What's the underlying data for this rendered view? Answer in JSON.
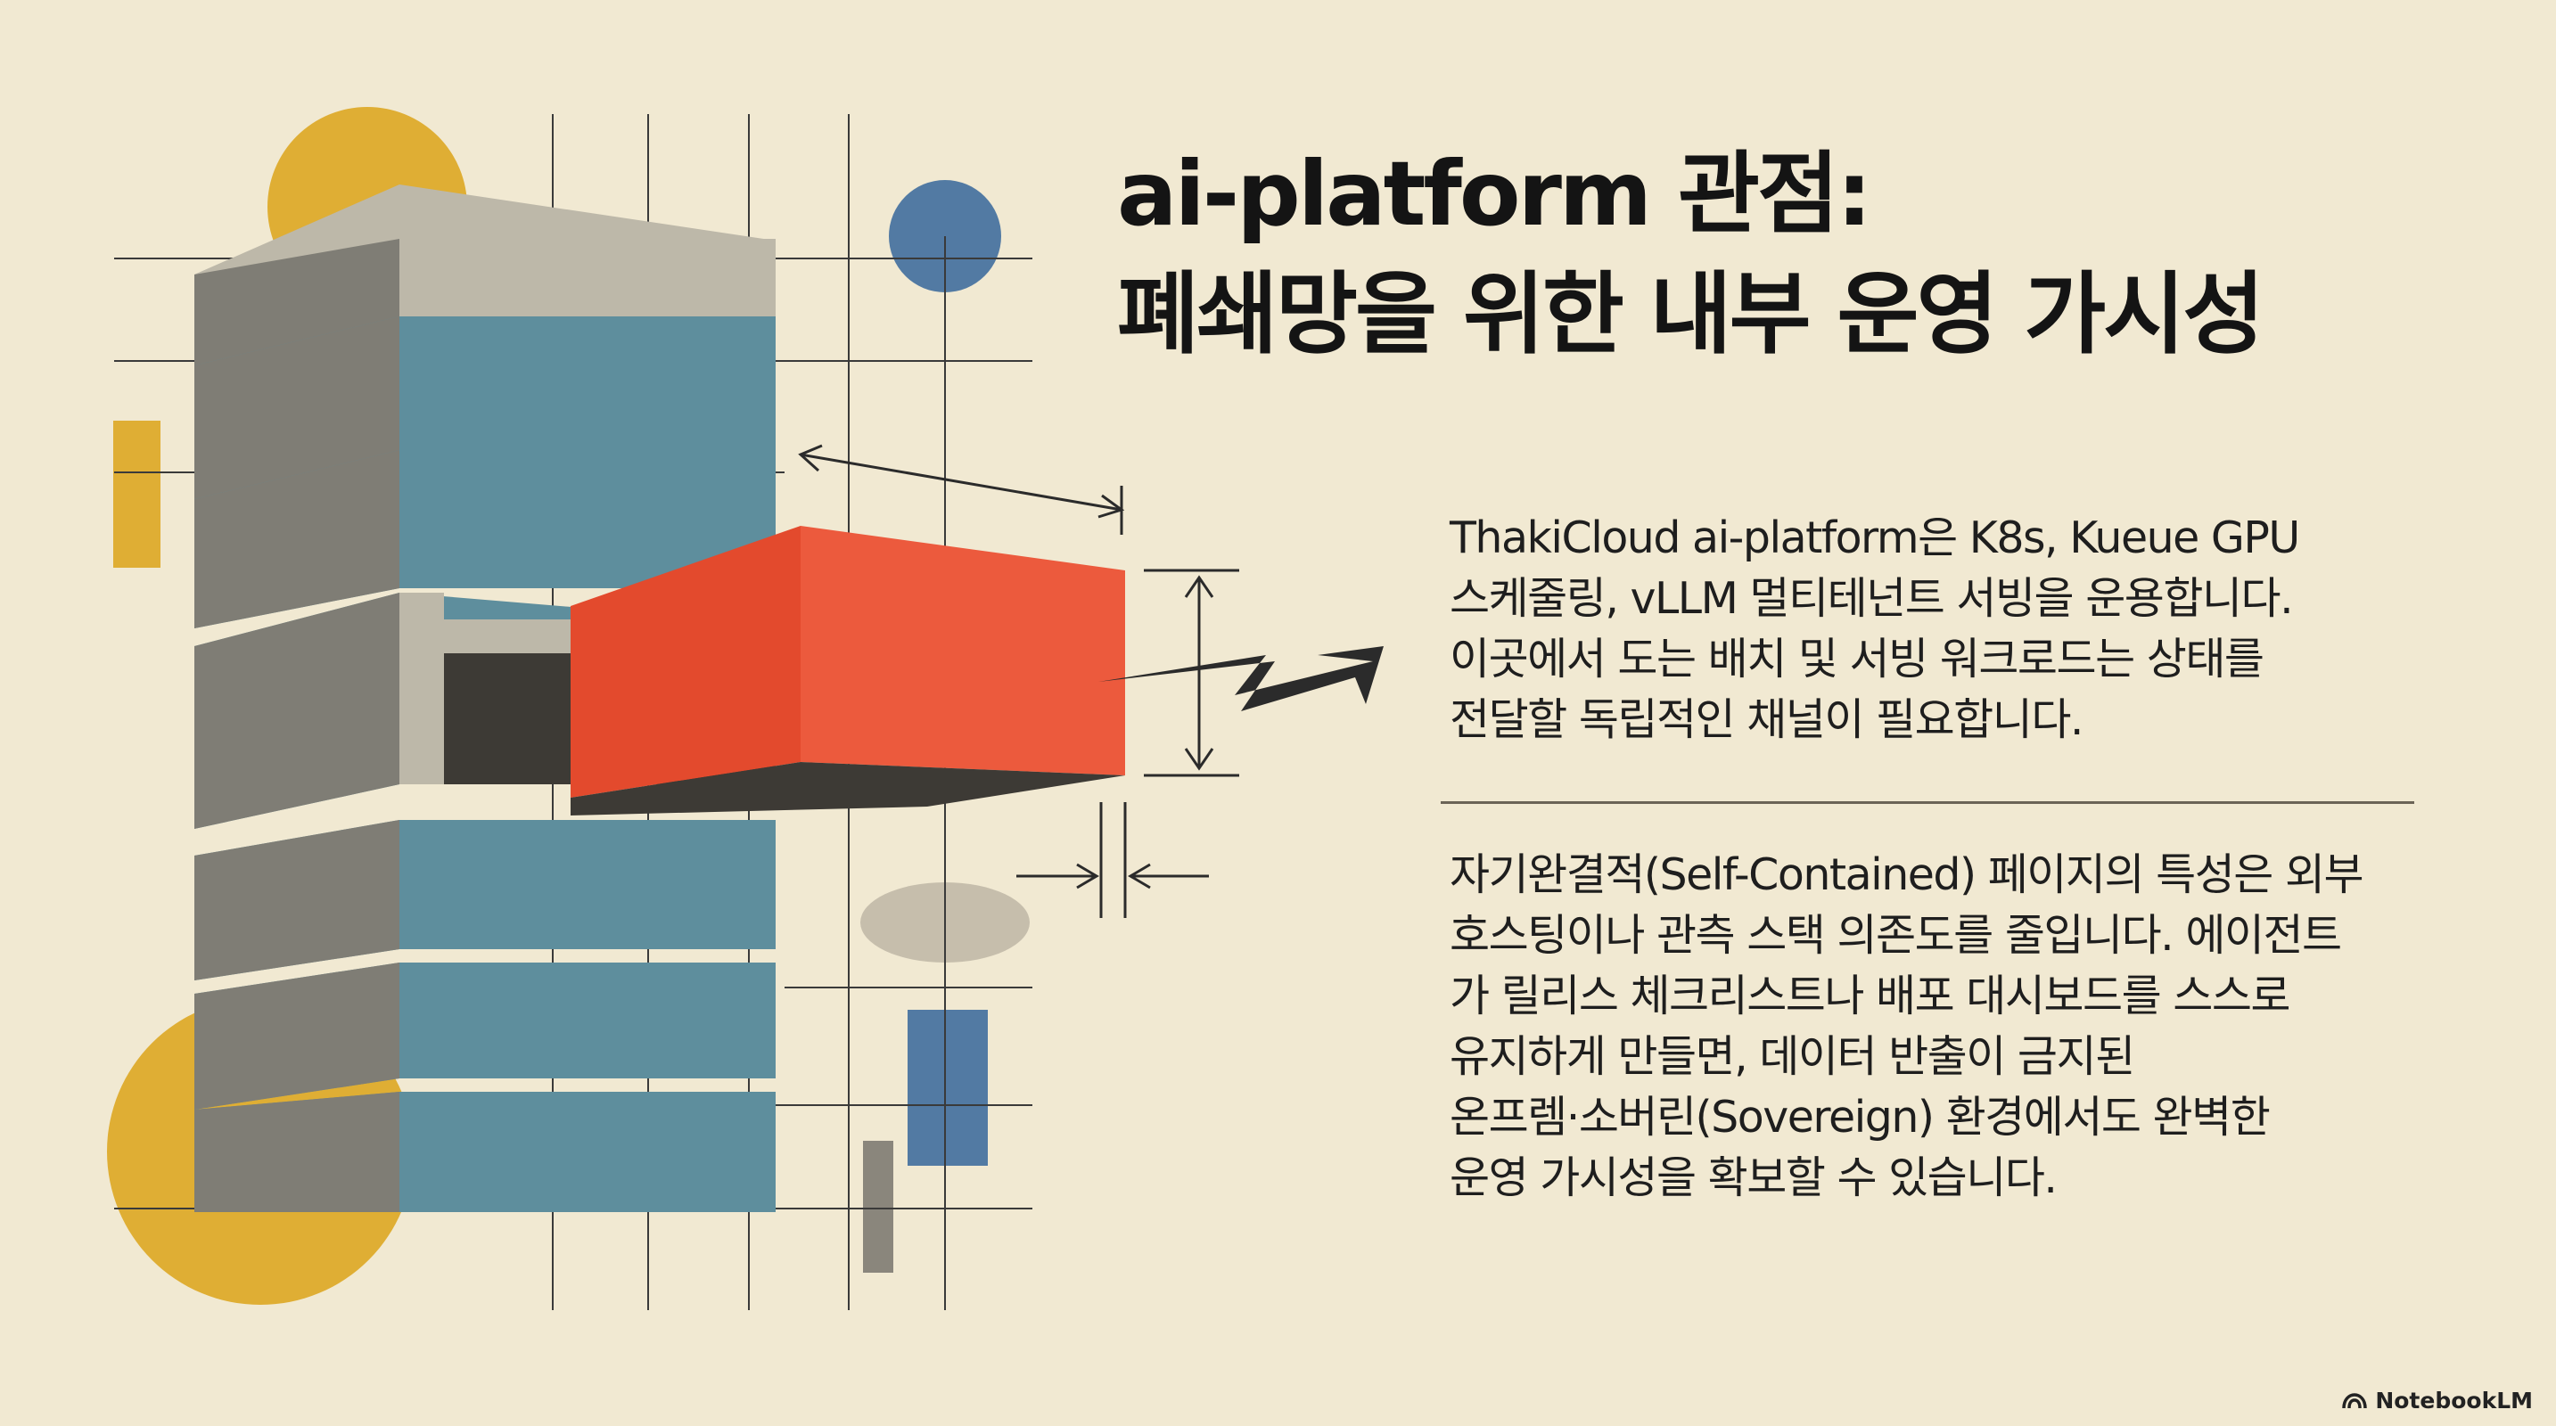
{
  "slide": {
    "title_line_1": "ai-platform 관점:",
    "title_line_2": "폐쇄망을 위한 내부 운영 가시성",
    "paragraph_1": [
      "ThakiCloud ai-platform은 K8s, Kueue GPU",
      "스케줄링, vLLM 멀티테넌트 서빙을 운용합니다.",
      "이곳에서 도는 배치 및 서빙 워크로드는 상태를",
      "전달할 독립적인 채널이 필요합니다."
    ],
    "paragraph_2": [
      "자기완결적(Self-Contained) 페이지의 특성은 외부",
      "호스팅이나 관측 스택 의존도를 줄입니다. 에이전트",
      "가 릴리스 체크리스트나 배포 대시보드를 스스로",
      "유지하게 만들면, 데이터 반출이 금지된",
      "온프렘·소버린(Sovereign) 환경에서도 완벽한",
      "운영 가시성을 확보할 수 있습니다."
    ]
  },
  "brand": {
    "label": "NotebookLM",
    "icon": "notebooklm-logo-icon"
  },
  "colors": {
    "background": "#f1e9d2",
    "mustard": "#dfae34",
    "steel_blue": "#527aa3",
    "teal": "#5e8e9d",
    "warm_gray": "#7f7d75",
    "light_gray": "#bdb8a9",
    "coral": "#ec5a3d",
    "text": "#1c1c1c"
  }
}
